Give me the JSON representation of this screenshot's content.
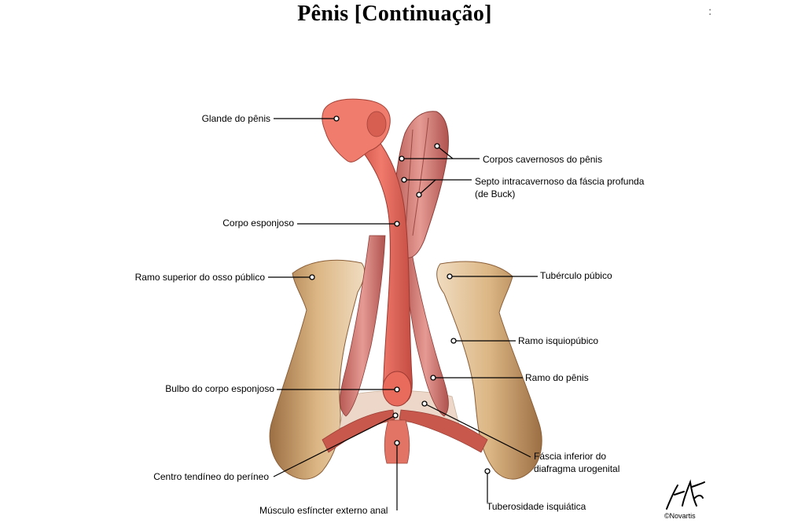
{
  "title": "Pênis [Continuação]",
  "corner_mark": ":",
  "labels": {
    "glande": "Glande do pênis",
    "corpos_cavernosos": "Corpos cavernosos do pênis",
    "septo_line1": "Septo intracavernoso da fáscia profunda",
    "septo_line2": "(de Buck)",
    "corpo_esponjoso": "Corpo esponjoso",
    "ramo_superior": "Ramo superior do osso público",
    "tuberculo": "Tubérculo púbico",
    "ramo_isquiopubico": "Ramo isquiopúbico",
    "ramo_penis": "Ramo do pênis",
    "bulbo": "Bulbo do corpo esponjoso",
    "fascia_line1": "Fáscia inferior do",
    "fascia_line2": "diafragma urogenital",
    "centro": "Centro tendíneo do períneo",
    "tuberosidade": "Tuberosidade isquiática",
    "musculo": "Músculo esfíncter externo anal"
  },
  "copyright": "©Novartis",
  "colors": {
    "bone": "#d9b07a",
    "bone_dark": "#a6784a",
    "tissue": "#e06a5e",
    "tissue_light": "#f1958a",
    "muscle": "#c9685f",
    "leader": "#000000"
  }
}
